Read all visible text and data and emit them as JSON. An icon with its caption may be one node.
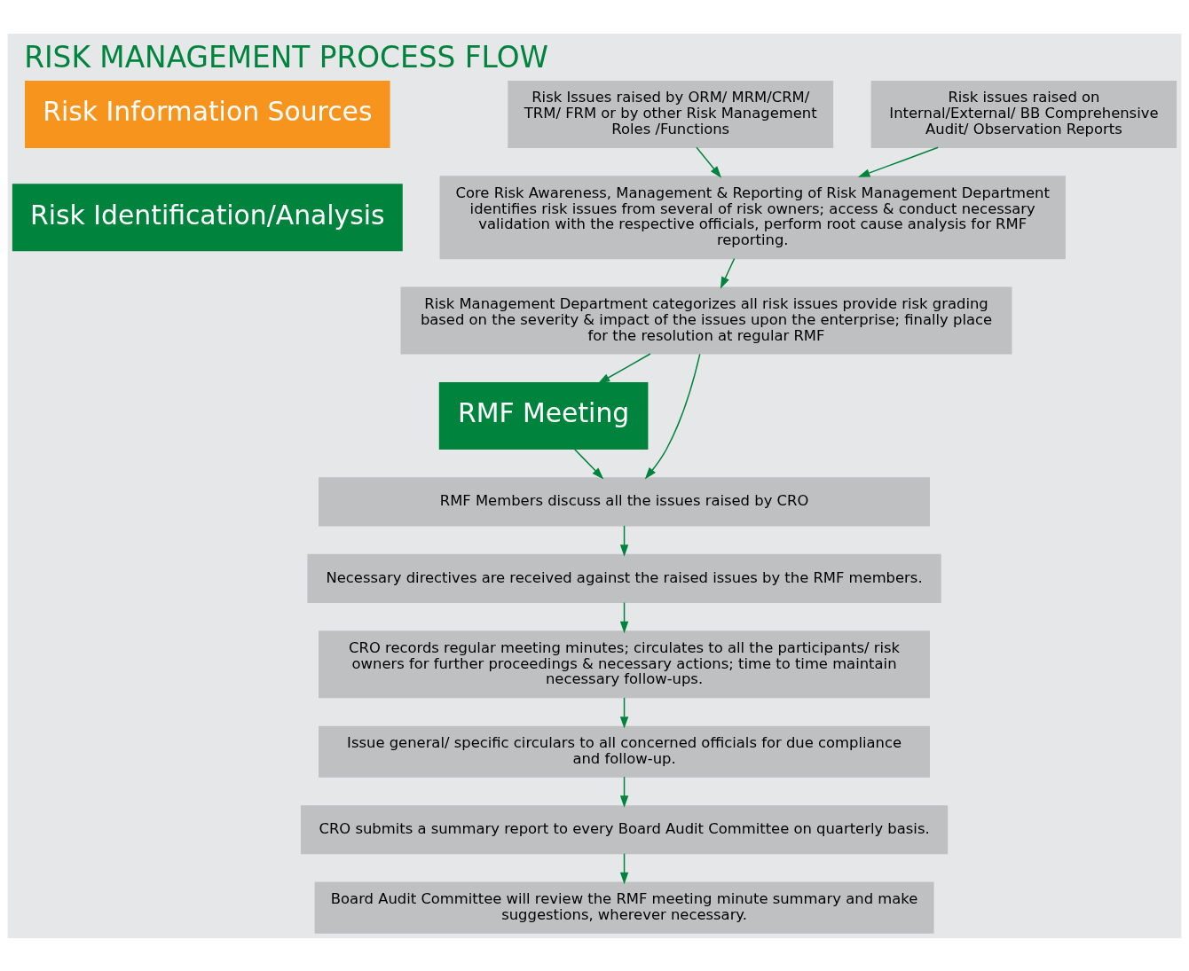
{
  "diagram": {
    "title": "RISK MANAGEMENT PROCESS FLOW",
    "nodes": [
      {
        "text": [
          "Risk Information Sources"
        ]
      },
      {
        "text": [
          "Risk Identification/Analysis"
        ]
      },
      {
        "text": [
          "RMF Meeting"
        ]
      },
      {
        "text": [
          "Risk Issues raised by ORM/ MRM/CRM/ TRM/ FRM or by other Risk Management Roles /Functions"
        ]
      },
      {
        "text": [
          "Risk issues raised on Internal/External/ BB Comprehensive Audit/ Observation Reports"
        ]
      },
      {
        "text": [
          "Core Risk Awareness, Management & Reporting of Risk Management Department identifies risk issues from several of risk owners; access & conduct necessary validation with the respective officials, perform root cause analysis for RMF reporting."
        ]
      },
      {
        "text": [
          "Risk Management Department categorizes all risk issues provide risk grading based on the severity & impact of the issues upon the enterprise; finally place for the resolution at regular RMF"
        ]
      },
      {
        "text": [
          "RMF Members discuss all the issues raised by CRO"
        ]
      },
      {
        "text": [
          "Necessary directives are received against the raised issues by the RMF members."
        ]
      },
      {
        "text": [
          "CRO records regular meeting minutes; circulates to all the participants/ risk owners for further proceedings & necessary actions; time to time maintain necessary follow-ups."
        ]
      },
      {
        "text": [
          "Issue general/ specific circulars to all concerned officials for due compliance and follow-up."
        ]
      },
      {
        "text": [
          "CRO submits a summary report to every Board Audit Committee on quarterly basis."
        ]
      },
      {
        "text": [
          "Board Audit Committee will review the RMF meeting minute summary and make suggestions, wherever necessary."
        ]
      }
    ],
    "edges": [
      {
        "from": 3,
        "to": 5,
        "arrow": "to"
      },
      {
        "from": 4,
        "to": 5,
        "arrow": "to"
      },
      {
        "from": 5,
        "to": 6,
        "arrow": "to"
      },
      {
        "from": 6,
        "to": 2,
        "arrow": "to"
      },
      {
        "from": 2,
        "to": 7,
        "arrow": "to"
      },
      {
        "from": 6,
        "to": 7,
        "arrow": "to"
      },
      {
        "from": 7,
        "to": 8,
        "arrow": "to"
      },
      {
        "from": 8,
        "to": 9,
        "arrow": "to"
      },
      {
        "from": 9,
        "to": 10,
        "arrow": "to"
      },
      {
        "from": 10,
        "to": 11,
        "arrow": "to"
      },
      {
        "from": 11,
        "to": 12,
        "arrow": "to"
      }
    ]
  }
}
